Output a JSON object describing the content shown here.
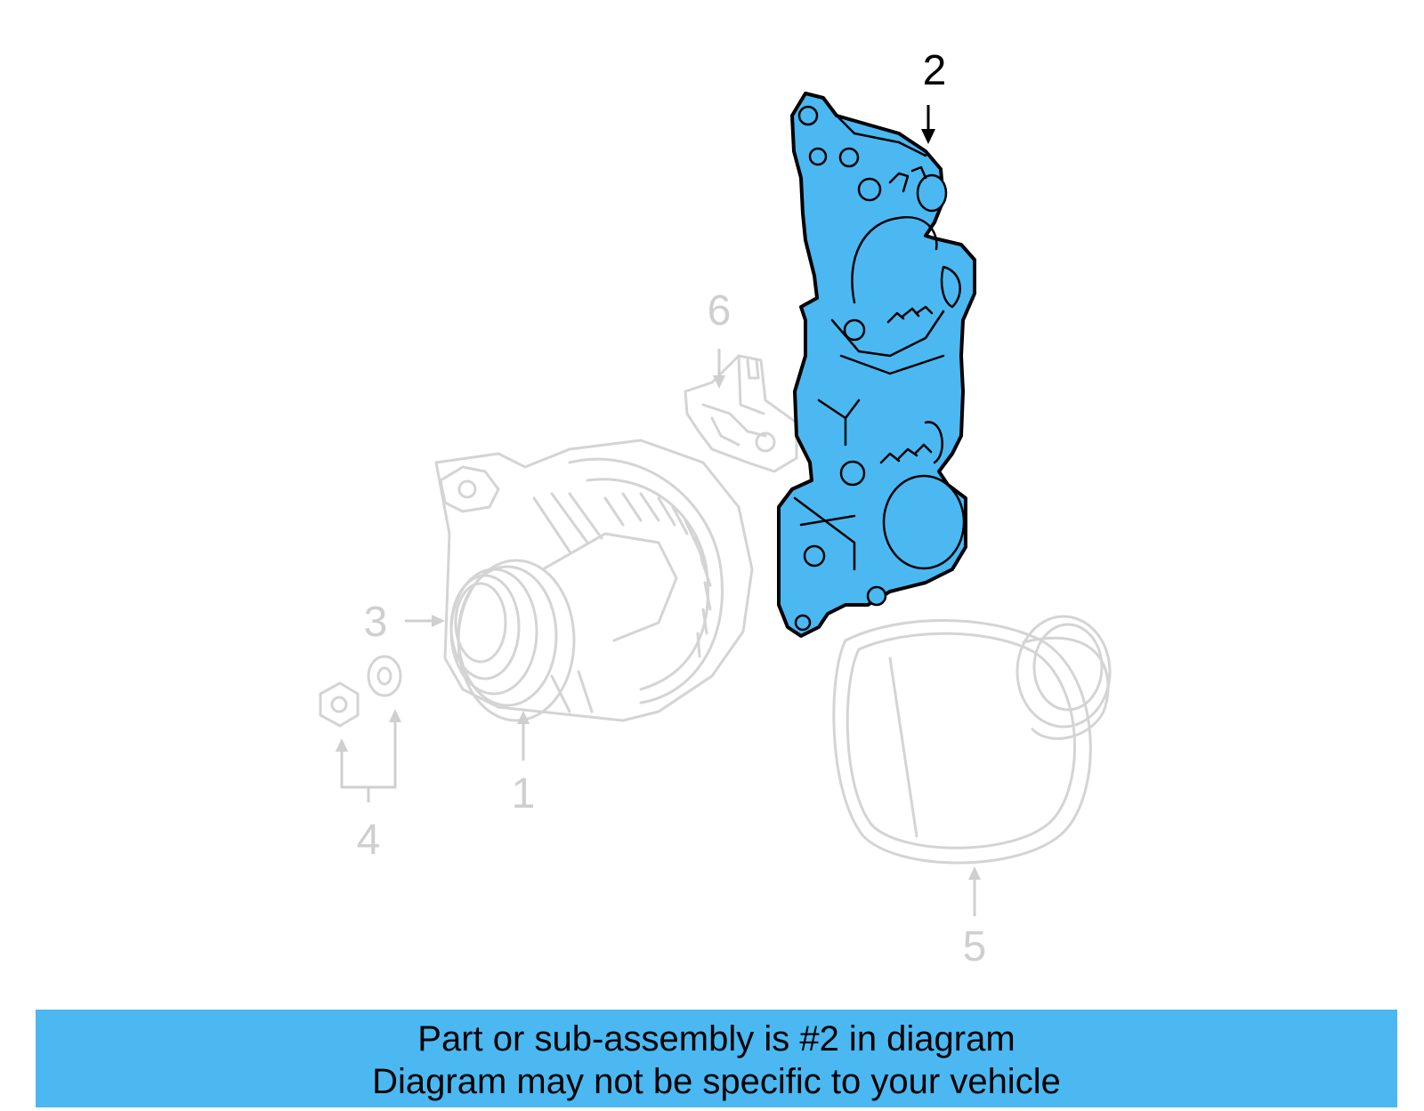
{
  "diagram": {
    "callouts": [
      {
        "id": "1",
        "label": "1",
        "highlighted": false
      },
      {
        "id": "2",
        "label": "2",
        "highlighted": true
      },
      {
        "id": "3",
        "label": "3",
        "highlighted": false
      },
      {
        "id": "4",
        "label": "4",
        "highlighted": false
      },
      {
        "id": "5",
        "label": "5",
        "highlighted": false
      },
      {
        "id": "6",
        "label": "6",
        "highlighted": false
      }
    ],
    "highlight_color": "#4bb8f2",
    "ghost_color": "#d4d4d4"
  },
  "banner": {
    "line1": "Part or sub-assembly is #2 in diagram",
    "line2": "Diagram may not be specific to your vehicle",
    "background": "#4bb8f2"
  }
}
